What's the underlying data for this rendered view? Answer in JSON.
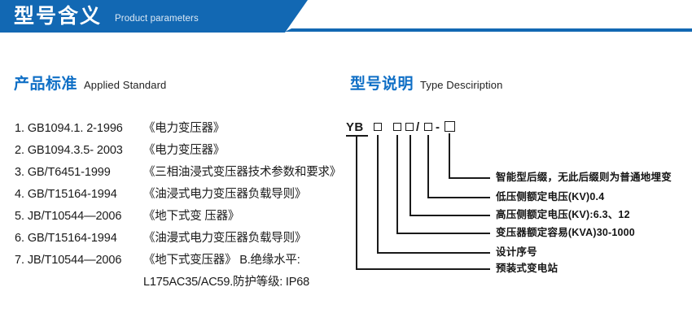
{
  "banner": {
    "title_cn": "型号含义",
    "title_en": "Product parameters",
    "bar_color": "#1268b3"
  },
  "sections": {
    "left": {
      "heading_cn": "产品标准",
      "heading_en": "Applied Standard",
      "heading_color": "#0f6fc6",
      "standards": [
        {
          "index": "1.",
          "code": "GB1094.1. 2-1996",
          "name": "《电力变压器》"
        },
        {
          "index": "2.",
          "code": "GB1094.3.5- 2003",
          "name": "《电力变压器》"
        },
        {
          "index": "3.",
          "code": "GB/T6451-1999",
          "name": "《三相油浸式变压器技术参数和要求》"
        },
        {
          "index": "4.",
          "code": "GB/T15164-1994",
          "name": "《油浸式电力变压器负载导则》"
        },
        {
          "index": "5.",
          "code": "JB/T10544—2006",
          "name": "《地下式变 压器》"
        },
        {
          "index": "6.",
          "code": "GB/T15164-1994",
          "name": "《油漫式电力变压器负载导则》"
        },
        {
          "index": "7.",
          "code": "JB/T10544—2006",
          "name": "《地下式变压器》 B.绝缘水平:"
        }
      ],
      "continuation": "L175AC35/AC59.防护等级: IP68"
    },
    "right": {
      "heading_cn": "型号说明",
      "heading_en": "Type Desciription",
      "heading_color": "#0f6fc6",
      "code": {
        "prefix": "YB",
        "slash": "/",
        "dash": "-"
      },
      "callouts": [
        {
          "id": "intelligent-suffix",
          "text": "智能型后缀，无此后缀则为普通地埋变"
        },
        {
          "id": "lv-rated-voltage",
          "text": "低压侧额定电压(KV)0.4"
        },
        {
          "id": "hv-rated-voltage",
          "text": "高压侧额定电压(KV):6.3、12"
        },
        {
          "id": "rated-capacity",
          "text": "变压器额定容易(KVA)30-1000"
        },
        {
          "id": "design-serial",
          "text": "设计序号"
        },
        {
          "id": "substation-type",
          "text": "预装式变电站"
        }
      ]
    }
  }
}
